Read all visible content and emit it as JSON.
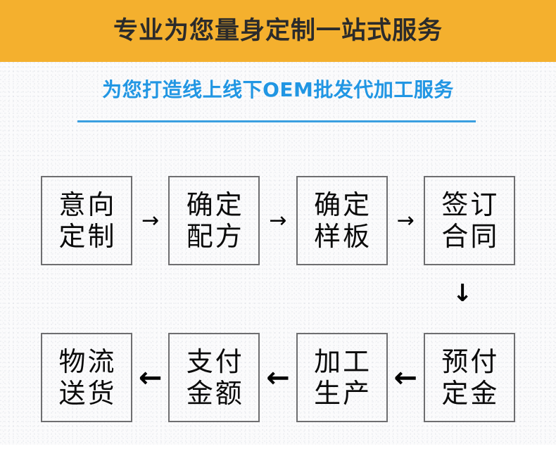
{
  "banner": {
    "title": "专业为您量身定制一站式服务",
    "background_color": "#f4b02e",
    "text_color": "#2b2b2b"
  },
  "subtitle": {
    "text": "为您打造线上线下OEM批发代加工服务",
    "color": "#2196e3",
    "rule_color": "#3a9fe0"
  },
  "flow": {
    "row1": {
      "direction": "left-to-right",
      "steps": [
        {
          "line1": "意向",
          "line2": "定制"
        },
        {
          "line1": "确定",
          "line2": "配方"
        },
        {
          "line1": "确定",
          "line2": "样板"
        },
        {
          "line1": "签订",
          "line2": "合同"
        }
      ],
      "connector": "→"
    },
    "connector_down": "↓",
    "row2": {
      "direction": "right-to-left",
      "steps": [
        {
          "line1": "物流",
          "line2": "送货"
        },
        {
          "line1": "支付",
          "line2": "金额"
        },
        {
          "line1": "加工",
          "line2": "生产"
        },
        {
          "line1": "预付",
          "line2": "定金"
        }
      ],
      "connector": "←"
    },
    "box_border_color": "#6e6e70",
    "box_text_color": "#0b0b0b"
  },
  "background": {
    "page_color": "#ffffff",
    "texture_color": "#fbfbfc"
  }
}
